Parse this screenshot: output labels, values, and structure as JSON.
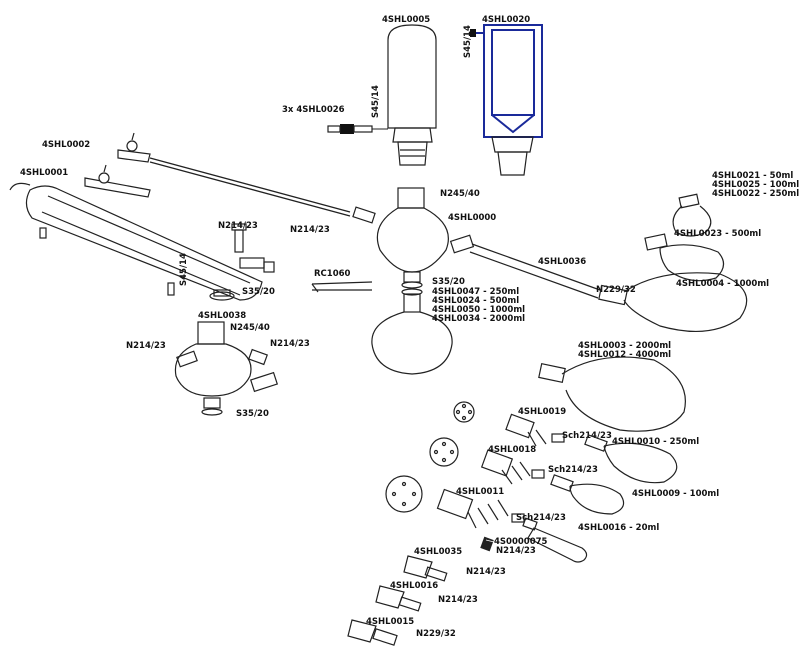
{
  "labels": {
    "top_center": "4SHL0005",
    "top_blue": "4SHL0020",
    "side_coupler": "3x 4SHL0026",
    "left_upper": "4SHL0002",
    "left_lower": "4SHL0001",
    "joint_center_top": "N245/40",
    "joint_center_left": "N214/23",
    "center_main": "4SHL0000",
    "condenser_joint": "N214/23",
    "condenser_s": "S35/20",
    "tube": "4SHL0036",
    "tube_joint": "N229/32",
    "center_s": "S35/20",
    "clip": "RC1060",
    "flask_list": [
      "4SHL0047 - 250ml",
      "4SHL0024 - 500ml",
      "4SHL0050 - 1000ml",
      "4SHL0034 - 2000ml"
    ],
    "right_small_list": [
      "4SHL0021 - 50ml",
      "4SHL0025 - 100ml",
      "4SHL0022 - 250ml"
    ],
    "right_500": "4SHL0023 - 500ml",
    "right_1000": "4SHL0004 - 1000ml",
    "right_big_list": [
      "4SHL0003 - 2000ml",
      "4SHL0012 - 4000ml"
    ],
    "multi_neck": "4SHL0038",
    "multi_top": "N245/40",
    "multi_left": "N214/23",
    "multi_right": "N214/23",
    "multi_s": "S35/20",
    "adapter_1": "4SHL0019",
    "adapter_1_joint": "Sch214/23",
    "pear_250": "4SHL0010 - 250ml",
    "adapter_2": "4SHL0018",
    "adapter_2_joint": "Sch214/23",
    "pear_100": "4SHL0009 - 100ml",
    "adapter_3": "4SHL0011",
    "adapter_3_joint": "Sch214/23",
    "tube_20": "4SHL0016 - 20ml",
    "stopper": "4S0000075",
    "stopper_joint": "N214/23",
    "bottom_1": "4SHL0035",
    "bottom_1_joint": "N214/23",
    "bottom_2": "4SHL0016",
    "bottom_2_joint": "N214/23",
    "bottom_3": "4SHL0015",
    "bottom_3_joint": "N229/32",
    "vert_1": "S45/14",
    "vert_2": "S45/14",
    "vert_3": "S45/14"
  }
}
